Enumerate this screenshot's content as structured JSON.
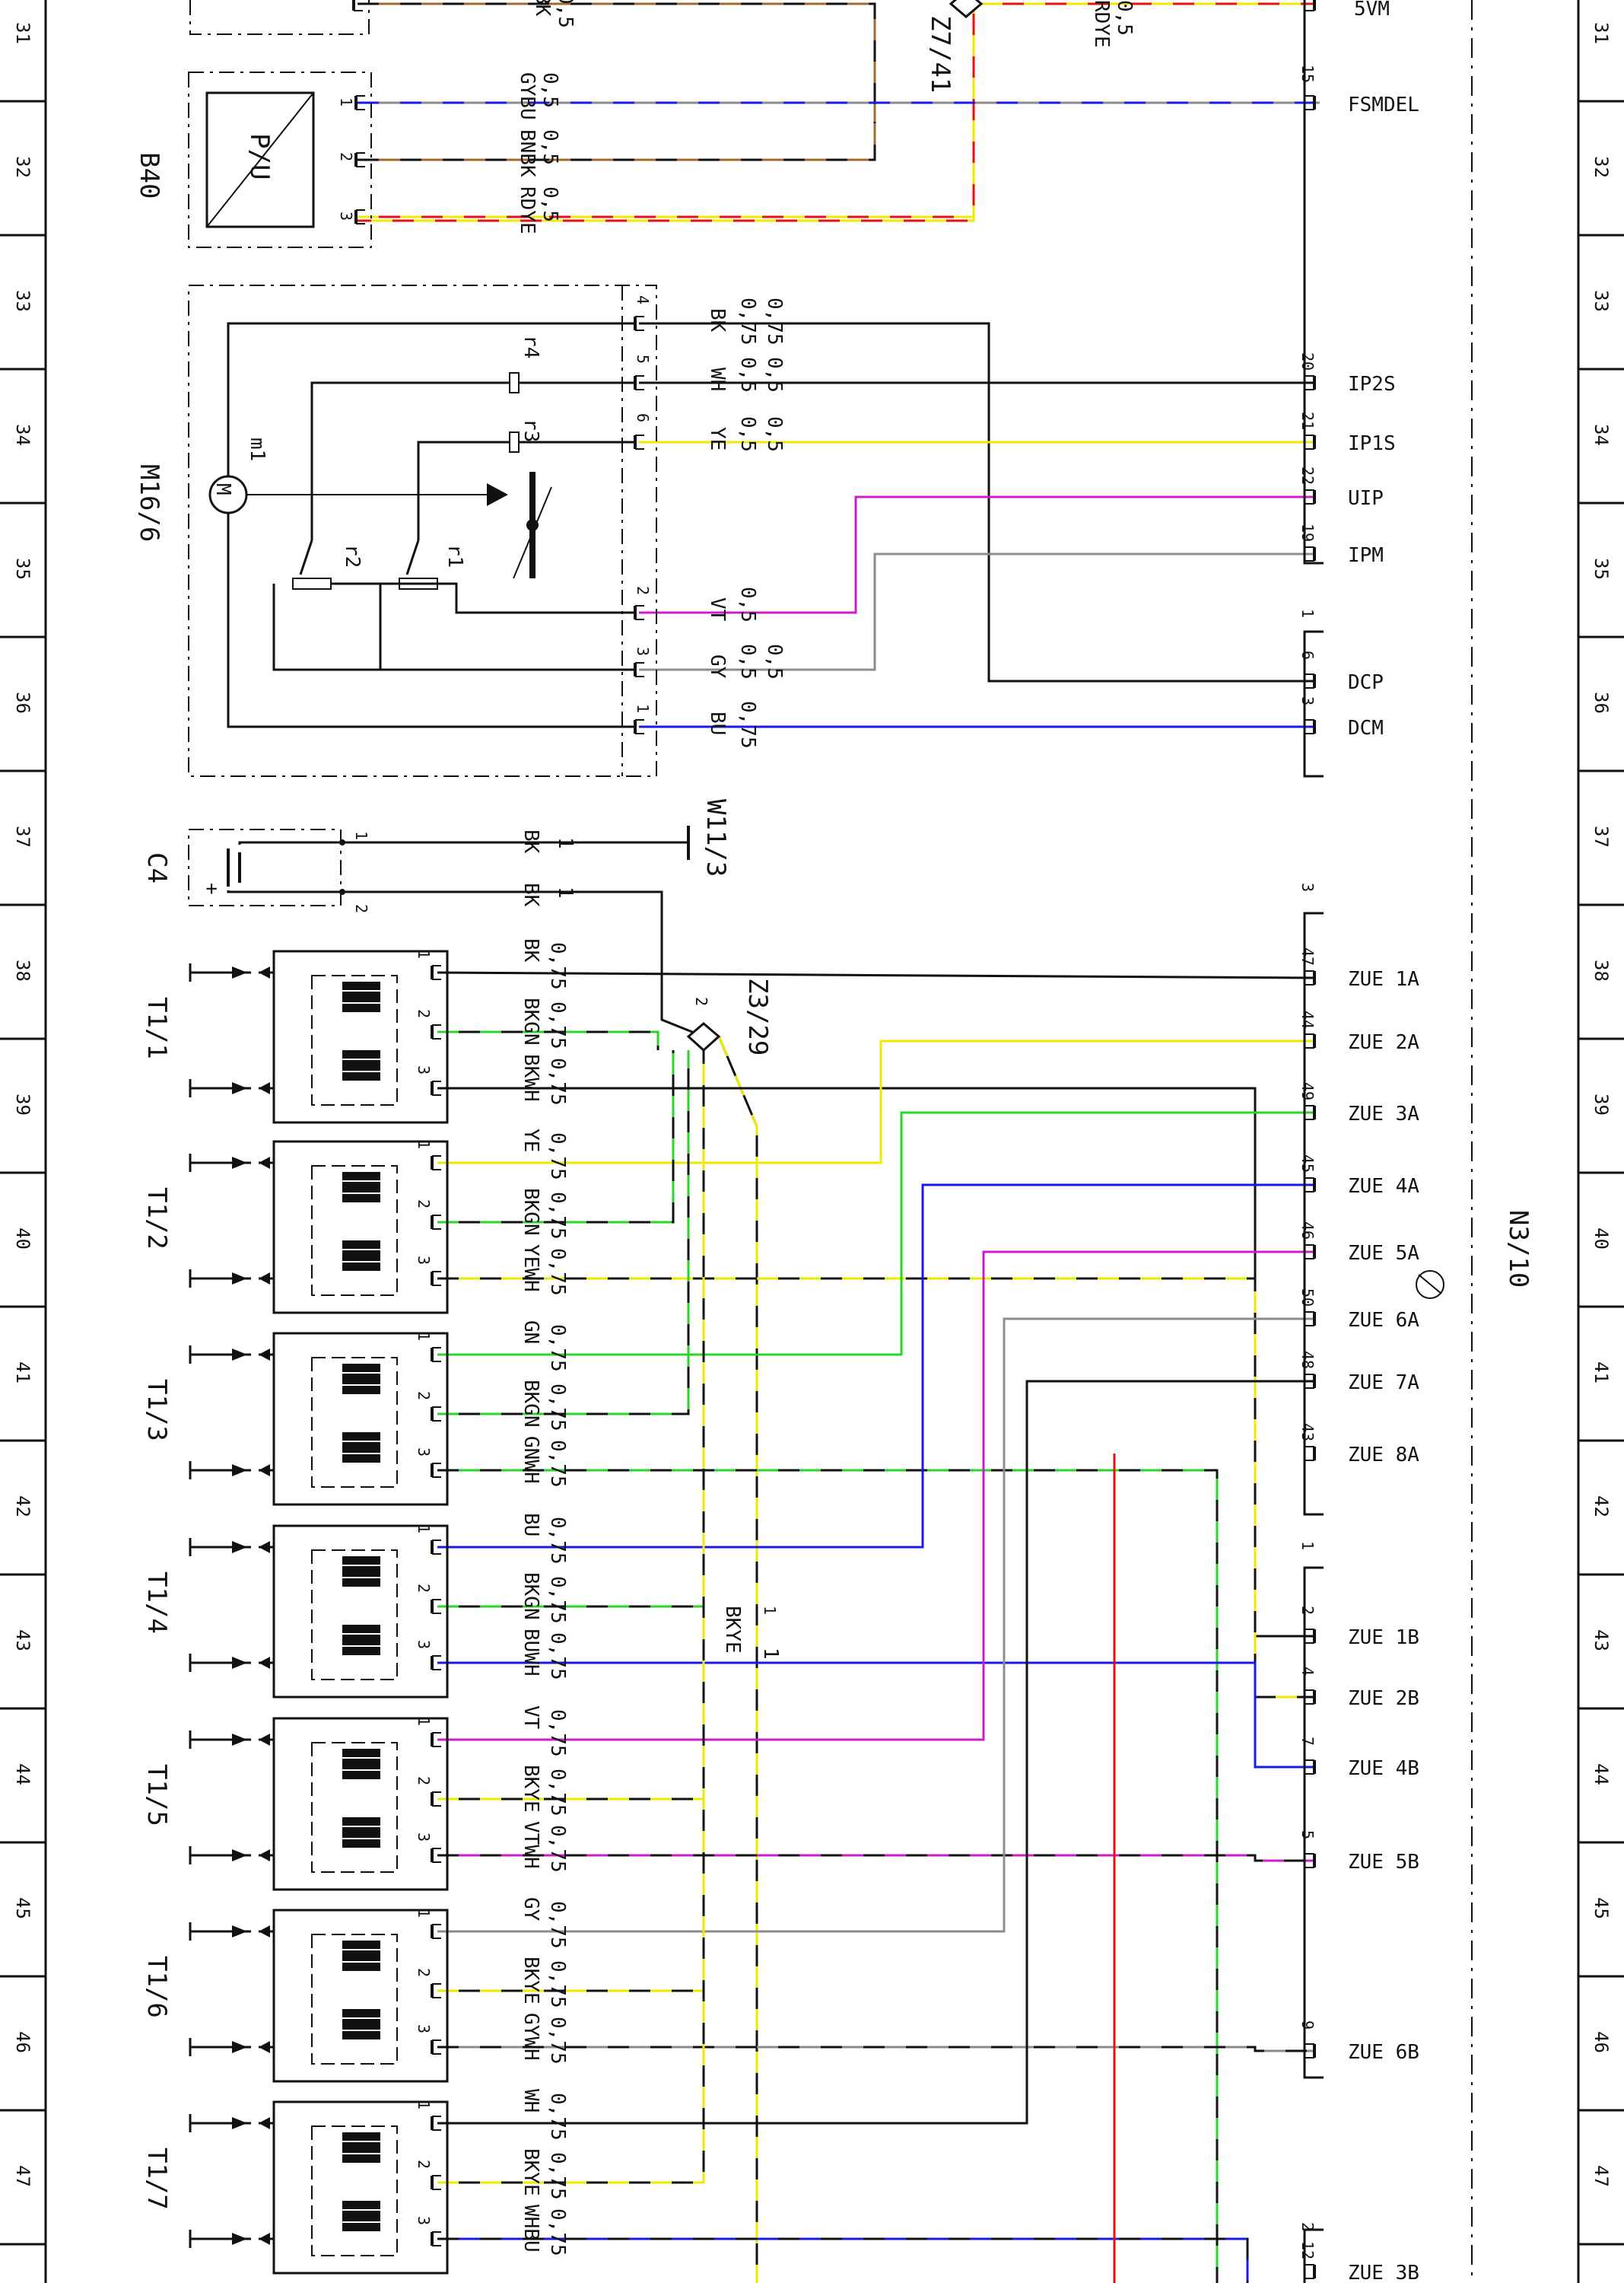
{
  "colors": {
    "BK": "#111111",
    "WH": "#ffffff",
    "GY": "#8c8c8c",
    "YE": "#f0ea00",
    "GN": "#2ad52a",
    "BU": "#1a1ae6",
    "RD": "#e31212",
    "VT": "#cc1ccc",
    "BN": "#a36a2a"
  },
  "grid_left": [
    "31",
    "32",
    "33",
    "34",
    "35",
    "36",
    "37",
    "38",
    "39",
    "40",
    "41",
    "42",
    "43",
    "44",
    "45",
    "46",
    "47"
  ],
  "grid_right": [
    "31",
    "32",
    "33",
    "34",
    "35",
    "36",
    "37",
    "38",
    "39",
    "40",
    "41",
    "42",
    "43",
    "44",
    "45",
    "46",
    "47"
  ],
  "components": {
    "b40": {
      "code": "B40",
      "pins": [
        "1",
        "2",
        "3"
      ],
      "symbol": "P/U"
    },
    "m16": {
      "code": "M16/6",
      "motor": "M",
      "motor_label": "m1",
      "resistors": [
        "r1",
        "r2",
        "r3",
        "r4"
      ],
      "pins": [
        "4",
        "5",
        "6",
        "2",
        "3",
        "1"
      ]
    },
    "c4": {
      "code": "C4",
      "pins": [
        "1",
        "2"
      ],
      "plus": "+"
    },
    "w11": {
      "code": "W11/3"
    },
    "z7": {
      "code": "Z7/41"
    },
    "z3": {
      "code": "Z3/29",
      "pins": [
        "2",
        "1"
      ]
    },
    "n3": {
      "code": "N3/10",
      "plug_numbers": [
        "1",
        "3",
        "1",
        "2"
      ]
    },
    "coils": [
      "T1/1",
      "T1/2",
      "T1/3",
      "T1/4",
      "T1/5",
      "T1/6",
      "T1/7"
    ],
    "coil_pins": [
      "1",
      "2",
      "3"
    ]
  },
  "wires": [
    {
      "g": "0,5",
      "c": "BK",
      "pc": "BK"
    },
    {
      "g": "0,5",
      "c": "RDYE",
      "pc": "RD"
    },
    {
      "g": "0,5",
      "c": "GYBU",
      "pc": "GY",
      "sc": "BU",
      "pin": "15",
      "sig": "FSMDEL"
    },
    {
      "g": "0,5",
      "c": "BNBK",
      "pc": "BN",
      "sc": "BK"
    },
    {
      "g": "0,5",
      "c": "RDYE",
      "pc": "RD",
      "sc": "YE"
    },
    {
      "g": "0,75",
      "c": "BK",
      "pc": "BK",
      "extra": "0,75"
    },
    {
      "g": "0,5",
      "c": "WH",
      "pc": "BK",
      "pin": "20",
      "sig": "IP2S",
      "extra": "0,5"
    },
    {
      "g": "0,5",
      "c": "YE",
      "pc": "YE",
      "pin": "21",
      "sig": "IP1S",
      "extra": "0,5"
    },
    {
      "g": "",
      "c": "",
      "pc": "VT",
      "pin": "22",
      "sig": "UIP"
    },
    {
      "g": "",
      "c": "",
      "pc": "GY",
      "pin": "19",
      "sig": "IPM"
    },
    {
      "g": "0,5",
      "c": "VT",
      "pc": "VT"
    },
    {
      "g": "0,5",
      "c": "GY",
      "pc": "GY",
      "pin": "6",
      "sig": "DCP",
      "extra": "0,5"
    },
    {
      "g": "0,75",
      "c": "BU",
      "pc": "BU",
      "pin": "3",
      "sig": "DCM"
    },
    {
      "g": "1",
      "c": "BK",
      "pc": "BK"
    },
    {
      "g": "1",
      "c": "BK",
      "pc": "BK"
    }
  ],
  "top_signal": {
    "pin": "",
    "sig": "5VM",
    "g": "0,5",
    "c": "RDYE"
  },
  "coil_wires": [
    {
      "g": "0,75",
      "c": "BK",
      "pc": "BK"
    },
    {
      "g": "0,75",
      "c": "BKGN",
      "pc": "BK",
      "sc": "GN"
    },
    {
      "g": "0,75",
      "c": "BKWH",
      "pc": "BK"
    },
    {
      "g": "0,75",
      "c": "YE",
      "pc": "YE"
    },
    {
      "g": "0,75",
      "c": "BKGN",
      "pc": "BK",
      "sc": "GN"
    },
    {
      "g": "0,75",
      "c": "YEWH",
      "pc": "YE",
      "sc": "BK"
    },
    {
      "g": "0,75",
      "c": "GN",
      "pc": "GN"
    },
    {
      "g": "0,75",
      "c": "BKGN",
      "pc": "BK",
      "sc": "GN"
    },
    {
      "g": "0,75",
      "c": "GNWH",
      "pc": "GN",
      "sc": "BK"
    },
    {
      "g": "0,75",
      "c": "BU",
      "pc": "BU"
    },
    {
      "g": "0,75",
      "c": "BKGN",
      "pc": "BK",
      "sc": "GN"
    },
    {
      "g": "0,75",
      "c": "BUWH",
      "pc": "BU"
    },
    {
      "g": "0,75",
      "c": "VT",
      "pc": "VT"
    },
    {
      "g": "0,75",
      "c": "BKYE",
      "pc": "BK",
      "sc": "YE"
    },
    {
      "g": "0,75",
      "c": "VTWH",
      "pc": "VT",
      "sc": "BK"
    },
    {
      "g": "0,75",
      "c": "GY",
      "pc": "GY"
    },
    {
      "g": "0,75",
      "c": "BKYE",
      "pc": "BK",
      "sc": "YE"
    },
    {
      "g": "0,75",
      "c": "GYWH",
      "pc": "GY",
      "sc": "BK"
    },
    {
      "g": "0,75",
      "c": "WH",
      "pc": "BK"
    },
    {
      "g": "0,75",
      "c": "BKYE",
      "pc": "BK",
      "sc": "YE"
    },
    {
      "g": "0,75",
      "c": "WHBU",
      "pc": "BU",
      "sc": "BK"
    }
  ],
  "bkye_label": {
    "c": "BKYE",
    "g": "1"
  },
  "ecu_pins": [
    {
      "pin": "47",
      "sig": "ZUE 1A"
    },
    {
      "pin": "44",
      "sig": "ZUE 2A"
    },
    {
      "pin": "49",
      "sig": "ZUE 3A"
    },
    {
      "pin": "45",
      "sig": "ZUE 4A"
    },
    {
      "pin": "46",
      "sig": "ZUE 5A"
    },
    {
      "pin": "50",
      "sig": "ZUE 6A"
    },
    {
      "pin": "48",
      "sig": "ZUE 7A"
    },
    {
      "pin": "43",
      "sig": "ZUE 8A"
    },
    {
      "pin": "2",
      "sig": "ZUE 1B"
    },
    {
      "pin": "4",
      "sig": "ZUE 2B"
    },
    {
      "pin": "7",
      "sig": "ZUE 4B"
    },
    {
      "pin": "5",
      "sig": "ZUE 5B"
    },
    {
      "pin": "9",
      "sig": "ZUE 6B"
    },
    {
      "pin": "12",
      "sig": "ZUE 3B"
    }
  ]
}
